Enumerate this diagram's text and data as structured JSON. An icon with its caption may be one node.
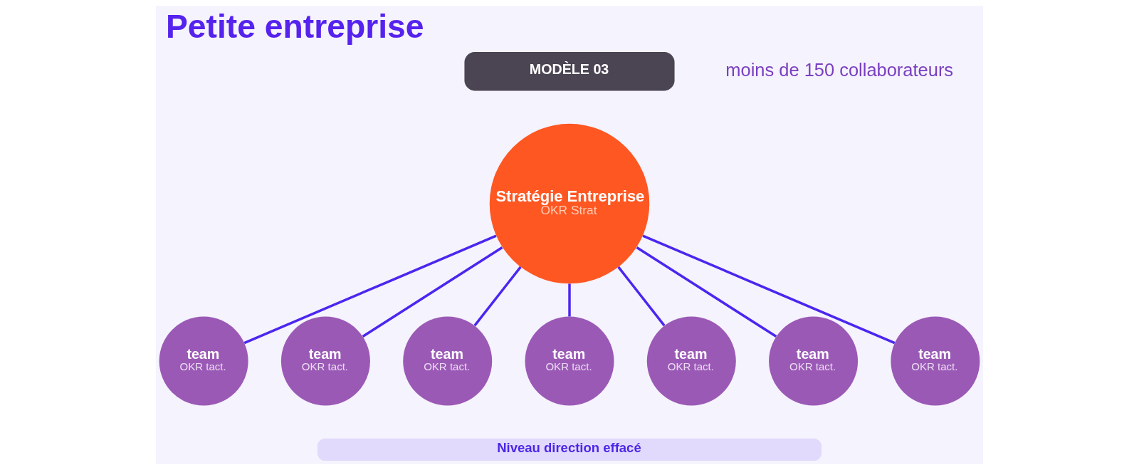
{
  "diagram": {
    "title": "Petite entreprise",
    "nodes": [
      {
        "text": [
          "MODÈLE 03"
        ]
      },
      {
        "text": [
          "Stratégie Entreprise",
          "OKR Strat"
        ]
      },
      {
        "text": [
          "team",
          "OKR tact."
        ]
      },
      {
        "text": [
          "team",
          "OKR tact."
        ]
      },
      {
        "text": [
          "team",
          "OKR tact."
        ]
      },
      {
        "text": [
          "team",
          "OKR tact."
        ]
      },
      {
        "text": [
          "team",
          "OKR tact."
        ]
      },
      {
        "text": [
          "team",
          "OKR tact."
        ]
      },
      {
        "text": [
          "team",
          "OKR tact."
        ]
      },
      {
        "text": [
          "Niveau direction effacé"
        ]
      }
    ],
    "edges": [
      {
        "from": 1,
        "to": 2,
        "arrow": "none"
      },
      {
        "from": 1,
        "to": 3,
        "arrow": "none"
      },
      {
        "from": 1,
        "to": 4,
        "arrow": "none"
      },
      {
        "from": 1,
        "to": 5,
        "arrow": "none"
      },
      {
        "from": 1,
        "to": 6,
        "arrow": "none"
      },
      {
        "from": 1,
        "to": 7,
        "arrow": "none"
      },
      {
        "from": 1,
        "to": 8,
        "arrow": "none"
      }
    ],
    "labels": [
      "moins de 150 collaborateurs"
    ]
  }
}
